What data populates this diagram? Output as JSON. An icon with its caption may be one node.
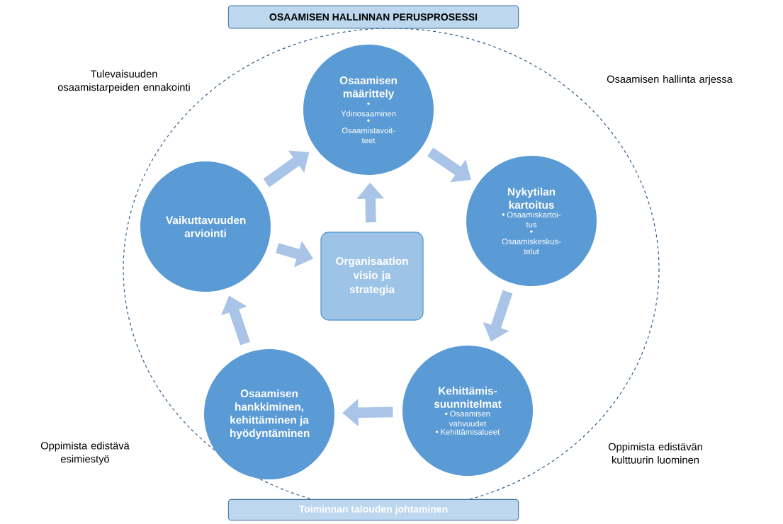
{
  "diagram": {
    "nodes": [
      {
        "text": [
          "OSAAMISEN HALLINNAN PERUSPROSESSI"
        ]
      },
      {
        "text": [
          "Osaamisen määrittely",
          "Ydinosaaminen",
          "Osaamistavoit- teet"
        ]
      },
      {
        "text": [
          "Nykytilan kartoitus",
          "Osaamiskartoi- tus",
          "Osaamiskeskus- telut"
        ]
      },
      {
        "text": [
          "Kehittämis- suunnitelmat",
          "Osaamisen vahvuudet",
          "Kehittämisalueet"
        ]
      },
      {
        "text": [
          "Osaamisen hankkiminen, kehittäminen ja hyödyntäminen"
        ]
      },
      {
        "text": [
          "Vaikuttavuuden arviointi"
        ]
      },
      {
        "text": [
          "Organisaation visio ja strategia"
        ]
      },
      {
        "text": [
          "Toiminnan talouden johtaminen"
        ]
      }
    ],
    "edges": [
      {
        "from": 5,
        "to": 1,
        "arrow": "to"
      },
      {
        "from": 1,
        "to": 2,
        "arrow": "to"
      },
      {
        "from": 2,
        "to": 3,
        "arrow": "to"
      },
      {
        "from": 3,
        "to": 4,
        "arrow": "to"
      },
      {
        "from": 4,
        "to": 5,
        "arrow": "to"
      },
      {
        "from": 5,
        "to": 6,
        "arrow": "to"
      },
      {
        "from": 6,
        "to": 1,
        "arrow": "to"
      }
    ],
    "labels": [
      "Tulevaisuuden osaamistarpeiden ennakointi",
      "Osaamisen hallinta arjessa",
      "Oppimista edistävä esimiestyö",
      "Oppimista edistävän kulttuurin luominen"
    ]
  }
}
